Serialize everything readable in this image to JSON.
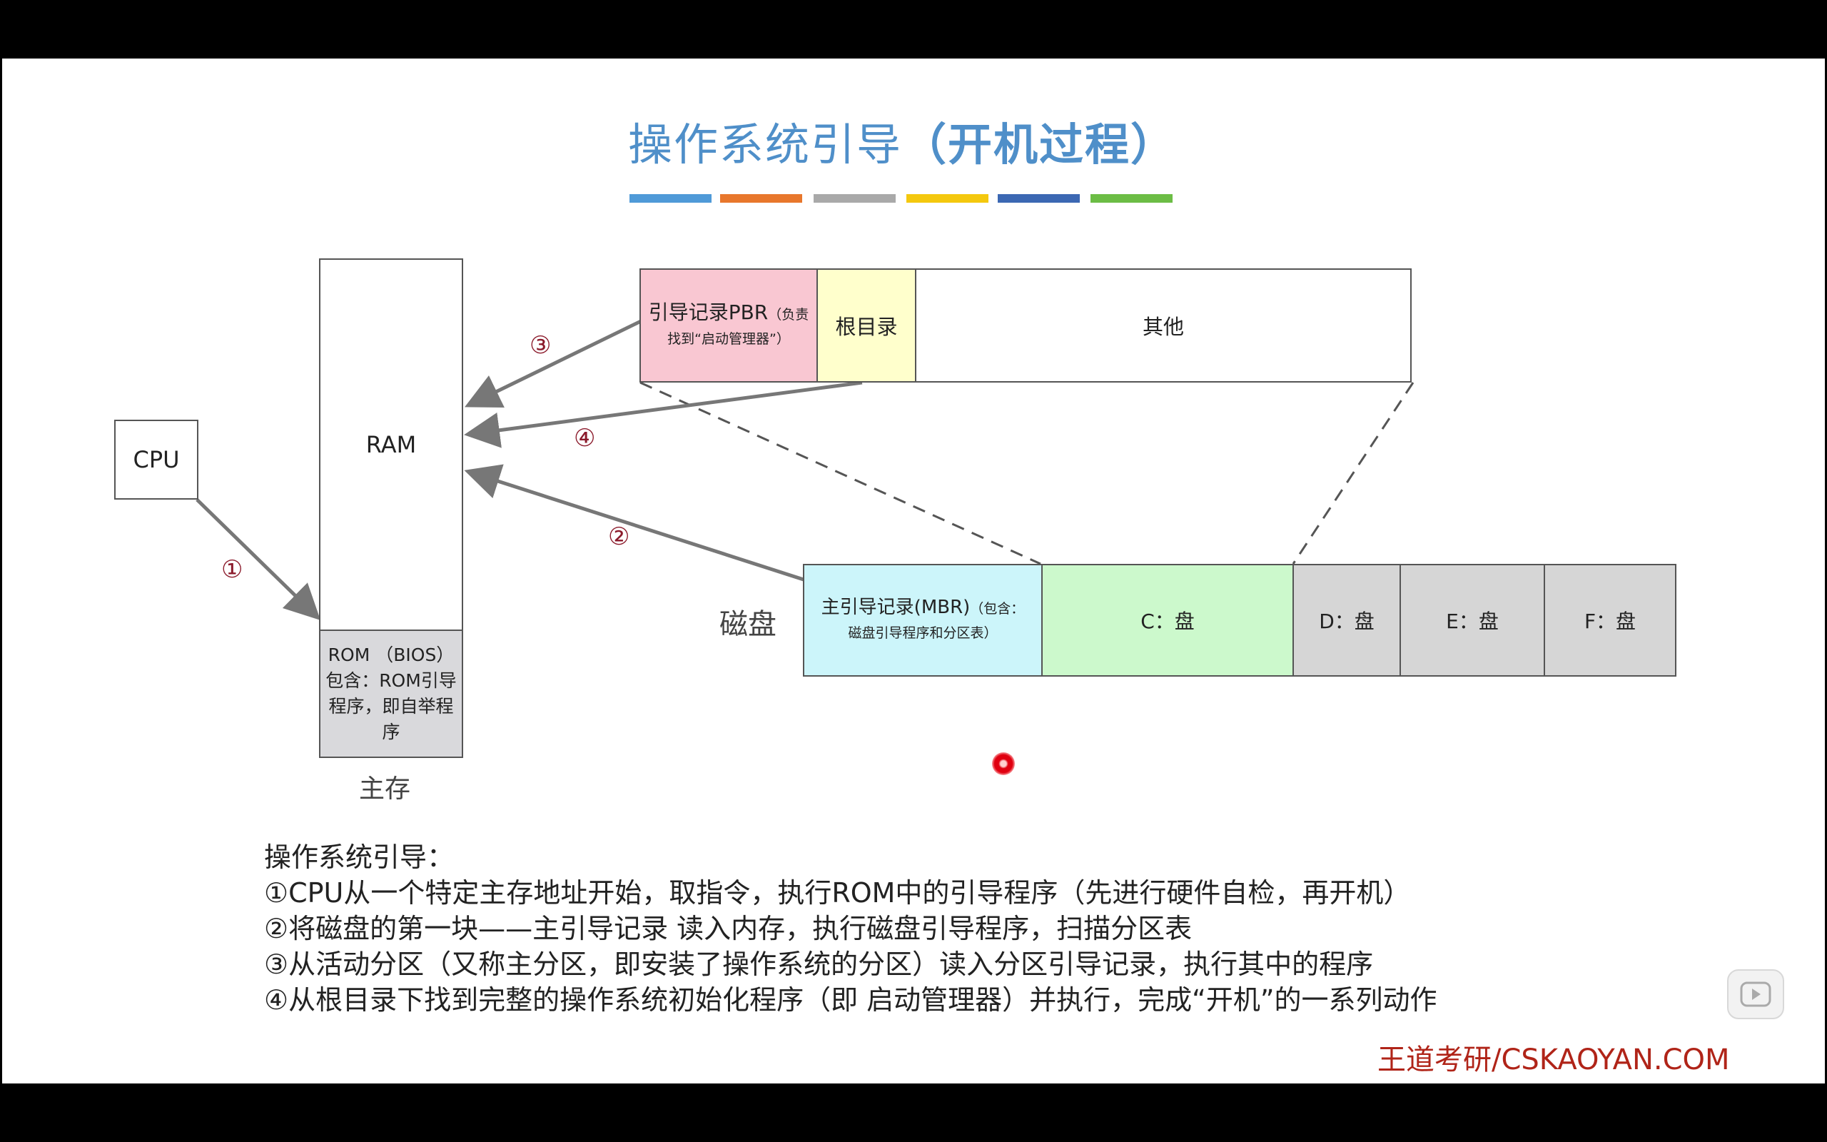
{
  "title": {
    "normal": "操作系统引导",
    "bold": "（开机过程）"
  },
  "colors": {
    "title": "#4f8fc9",
    "bars": [
      "#4f9ad8",
      "#e8772c",
      "#a9a9a9",
      "#f4c80e",
      "#3c68b3",
      "#6cbd45"
    ],
    "pbr": "#f9c7d2",
    "root": "#ffffcc",
    "mbr": "#ccf5fa",
    "partition_c": "#ccf9cc",
    "partition_other": "#d6d6d6",
    "rom": "#d9d9dc",
    "step_number": "#8b1a2b",
    "brand": "#b02418"
  },
  "diagram": {
    "cpu": "CPU",
    "ram": "RAM",
    "rom": {
      "line1": "ROM （BIOS）",
      "line2": "包含：ROM引导",
      "line3": "程序，即自举程",
      "line4": "序"
    },
    "main_memory_label": "主存",
    "disk_label": "磁盘",
    "pbr": {
      "main": "引导记录PBR",
      "note1": "（负责",
      "note2": "找到“启动管理器”）"
    },
    "root_dir": "根目录",
    "other": "其他",
    "mbr": {
      "main": "主引导记录(MBR)",
      "note1": "（包含：",
      "note2": "磁盘引导程序和分区表）"
    },
    "partitions": [
      "C：盘",
      "D：盘",
      "E：盘",
      "F：盘"
    ],
    "steps": [
      "①",
      "②",
      "③",
      "④"
    ]
  },
  "text": {
    "heading": "操作系统引导：",
    "lines": [
      "①CPU从一个特定主存地址开始，取指令，执行ROM中的引导程序（先进行硬件自检，再开机）",
      "②将磁盘的第一块——主引导记录 读入内存，执行磁盘引导程序，扫描分区表",
      "③从活动分区（又称主分区，即安装了操作系统的分区）读入分区引导记录，执行其中的程序",
      "④从根目录下找到完整的操作系统初始化程序（即 启动管理器）并执行，完成“开机”的一系列动作"
    ]
  },
  "brand": "王道考研/CSKAOYAN.COM",
  "icons": {
    "play": "play-icon"
  }
}
